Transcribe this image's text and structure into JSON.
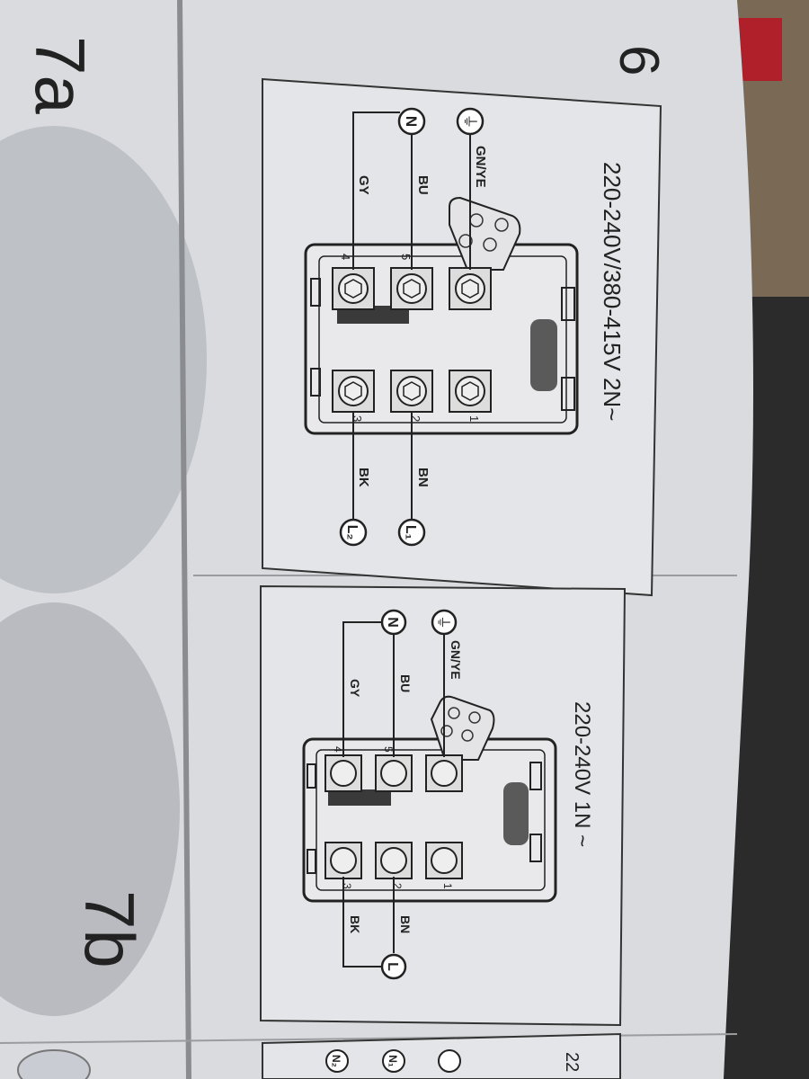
{
  "page": {
    "figure_number": "6",
    "left_label": "7a",
    "right_label": "7b",
    "next_panel_partial_voltage": "22"
  },
  "panels": [
    {
      "id": "panel-2n",
      "voltage": "220-240V/380-415V 2N~",
      "wires": {
        "earth_color": "GN/YE",
        "neutral1_color": "BU",
        "neutral2_color": "GY",
        "line1_color": "BN",
        "line2_color": "BK"
      },
      "terminals": {
        "earth_symbol": "⏚",
        "neutral1": "N",
        "line1": "L₁",
        "line2": "L₂"
      },
      "terminal_numbers": [
        "1",
        "2",
        "3",
        "4",
        "5"
      ]
    },
    {
      "id": "panel-1n",
      "voltage": "220-240V 1N ~",
      "wires": {
        "earth_color": "GN/YE",
        "neutral1_color": "BU",
        "neutral2_color": "GY",
        "line1_color": "BN",
        "line2_color": "BK"
      },
      "terminals": {
        "earth_symbol": "⏚",
        "neutral1": "N",
        "line1": "L"
      },
      "terminal_numbers": [
        "1",
        "2",
        "3",
        "4",
        "5"
      ]
    }
  ],
  "partial_panel": {
    "terminals": [
      "N₁",
      "N₂"
    ]
  },
  "colors": {
    "paper": "#e6e6e8",
    "line": "#222222",
    "dark_block": "#3a3a3a"
  }
}
